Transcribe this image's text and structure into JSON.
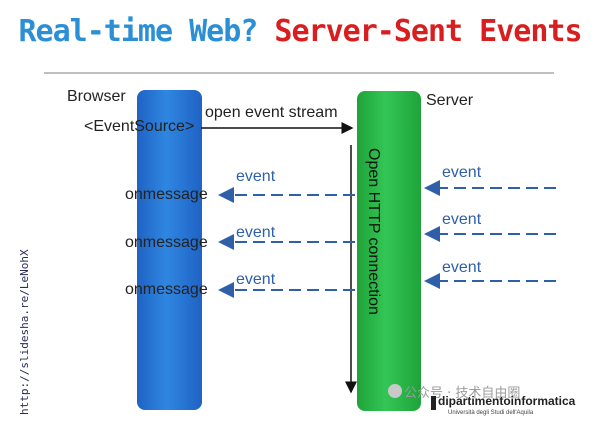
{
  "title": {
    "part1": "Real-time Web?",
    "part2": "Server-Sent Events"
  },
  "browser": {
    "label": "Browser",
    "api": "<EventSource>"
  },
  "server": {
    "label": "Server"
  },
  "open_stream": "open event stream",
  "connection": "Open HTTP connection",
  "handlers": [
    "onmessage",
    "onmessage",
    "onmessage"
  ],
  "browser_events": [
    "event",
    "event",
    "event"
  ],
  "server_events": [
    "event",
    "event",
    "event"
  ],
  "side_credit": "http://slidesha.re/LeNohX",
  "watermark": "公众号 · 技术自由圈",
  "logo": {
    "name": "dipartimentoinformatica",
    "sub": "Università degli Studi dell'Aquila"
  },
  "colors": {
    "title1": "#2b8fd6",
    "title2": "#d81e1e",
    "browser_bar": "#2f7fdc",
    "server_bar": "#2fbf4f",
    "event_arrow": "#2e5fa8"
  }
}
